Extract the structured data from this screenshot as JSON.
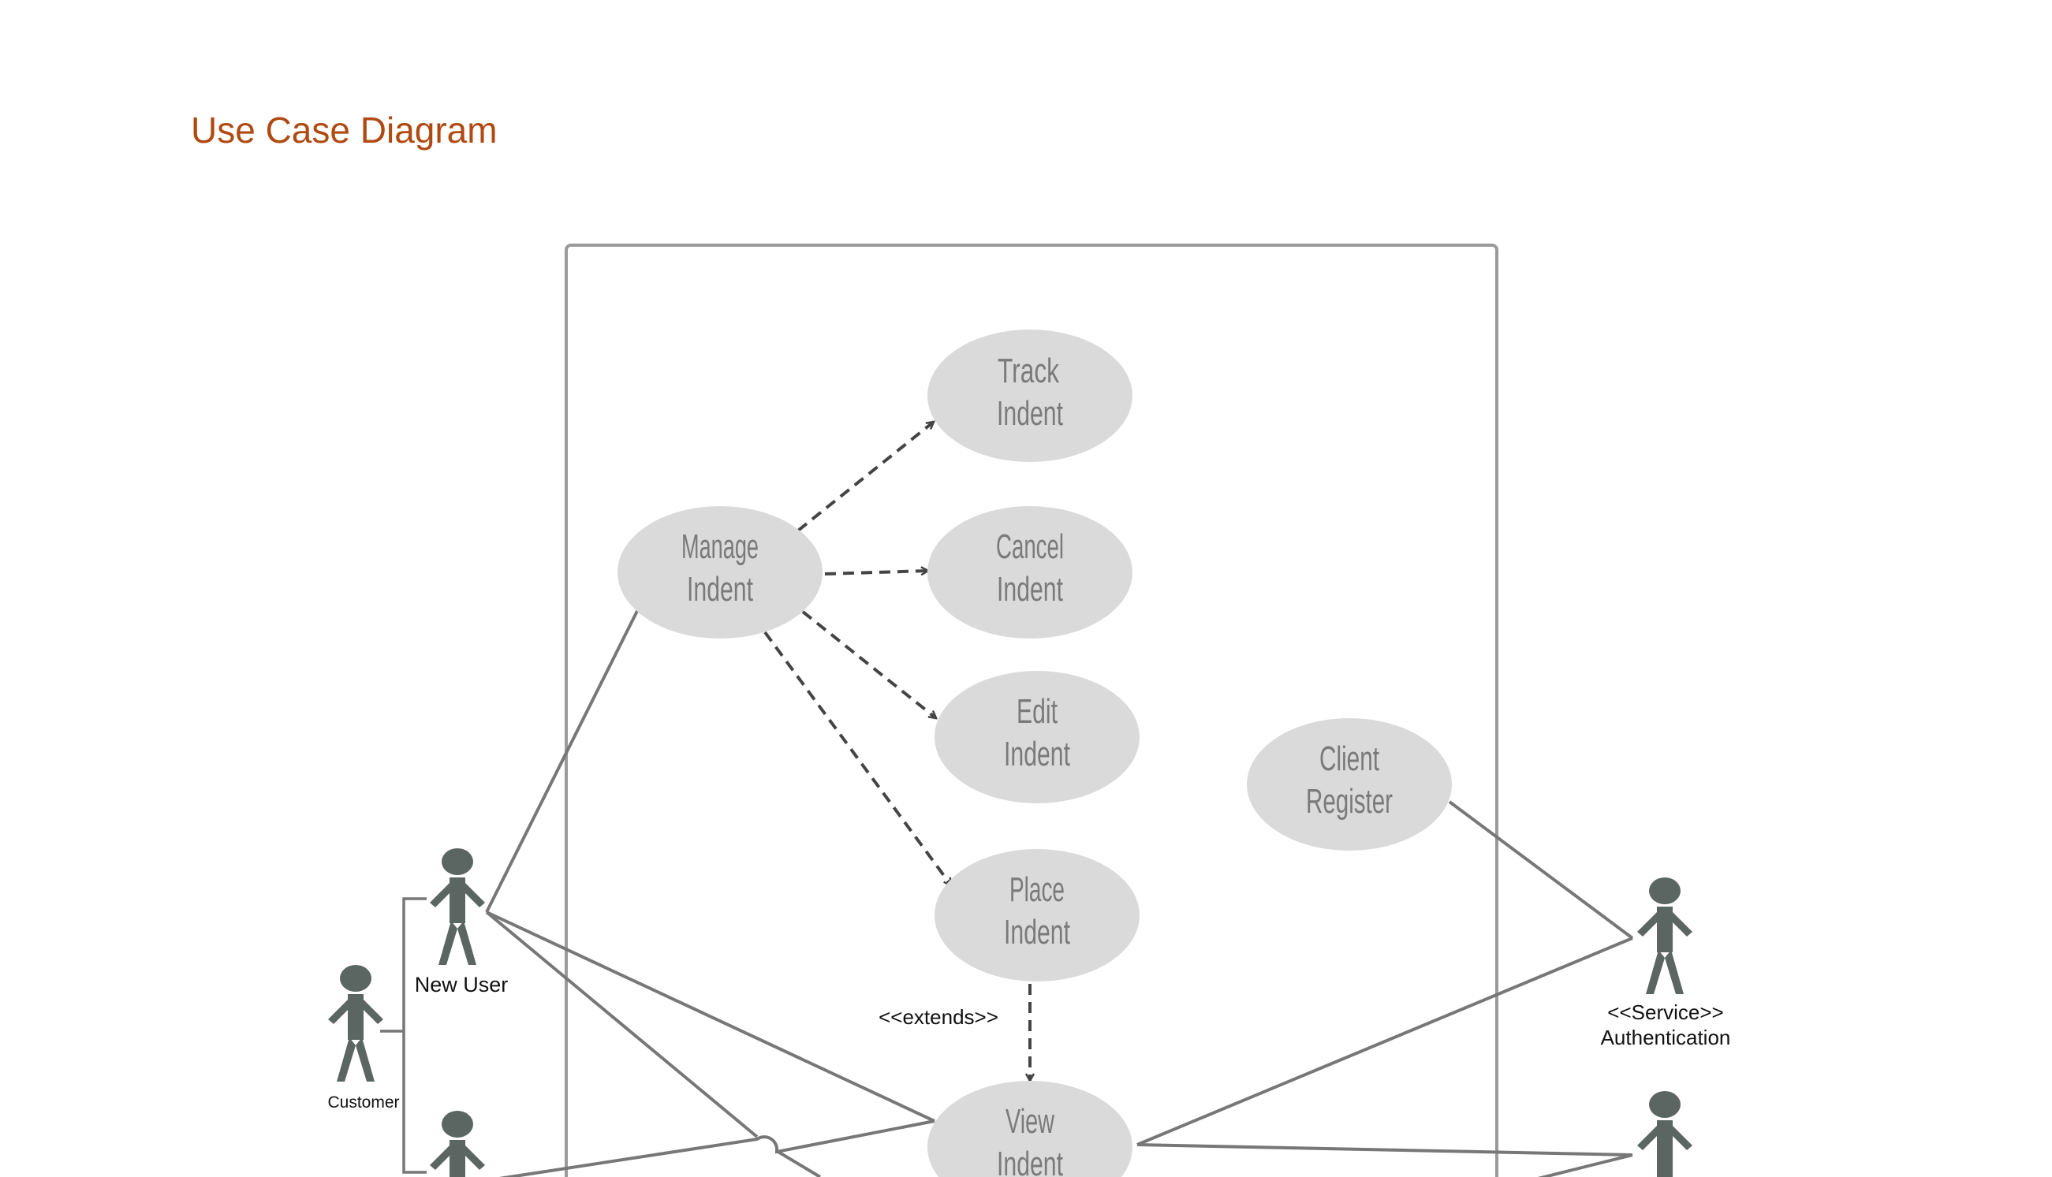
{
  "page": {
    "title": "Use Case Diagram",
    "title_color": "#b04a12"
  },
  "diagram": {
    "system_boundary_color": "#9a9a9a",
    "use_case_fill": "#dadada",
    "use_case_text_color": "#7a7a7a",
    "actor_color": "#5b6663",
    "association_color": "#777777",
    "dependency_color": "#444444",
    "use_cases": [
      {
        "id": "track",
        "lines": [
          "Track",
          "Indent"
        ]
      },
      {
        "id": "manage",
        "lines": [
          "Manage",
          "Indent"
        ]
      },
      {
        "id": "cancel",
        "lines": [
          "Cancel",
          "Indent"
        ]
      },
      {
        "id": "edit",
        "lines": [
          "Edit",
          "Indent"
        ]
      },
      {
        "id": "client",
        "lines": [
          "Client",
          "Register"
        ]
      },
      {
        "id": "place",
        "lines": [
          "Place",
          "Indent"
        ]
      },
      {
        "id": "view",
        "lines": [
          "View",
          "Indent"
        ]
      }
    ],
    "actors": [
      {
        "id": "new-user",
        "lines": [
          "New User"
        ]
      },
      {
        "id": "customer",
        "lines": [
          "Customer"
        ]
      },
      {
        "id": "auth",
        "lines": [
          "<<Service>>",
          "Authentication"
        ]
      }
    ],
    "relationship_labels": {
      "extends": "<<extends>>"
    }
  }
}
